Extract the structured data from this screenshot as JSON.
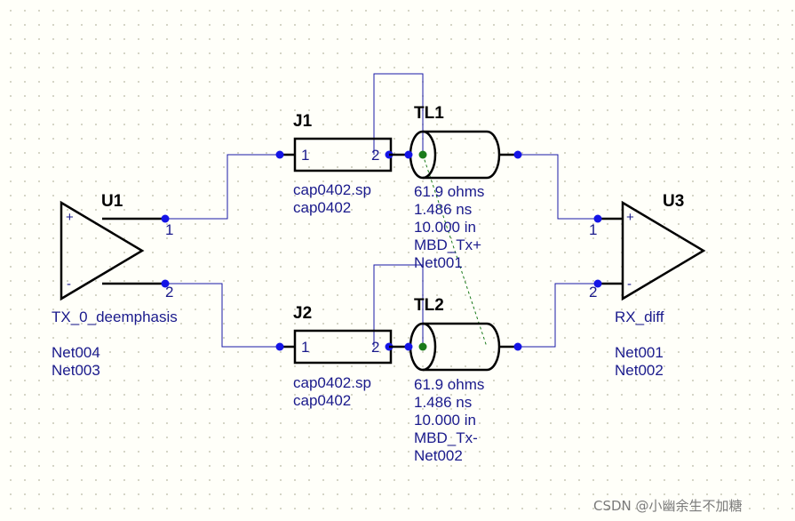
{
  "u1": {
    "ref": "U1",
    "pin_plus": "+",
    "pin_minus": "-",
    "pin1": "1",
    "pin2": "2",
    "model": "TX_0_deemphasis",
    "net_a": "Net004",
    "net_b": "Net003"
  },
  "u3": {
    "ref": "U3",
    "pin_plus": "+",
    "pin_minus": "-",
    "pin1": "1",
    "pin2": "2",
    "model": "RX_diff",
    "net_a": "Net001",
    "net_b": "Net002"
  },
  "j1": {
    "ref": "J1",
    "pin1": "1",
    "pin2": "2",
    "model": "cap0402.sp",
    "name": "cap0402"
  },
  "j2": {
    "ref": "J2",
    "pin1": "1",
    "pin2": "2",
    "model": "cap0402.sp",
    "name": "cap0402"
  },
  "tl1": {
    "ref": "TL1",
    "impedance": "61.9 ohms",
    "delay": "1.486 ns",
    "length": "10.000 in",
    "net": "MBD_Tx+",
    "net2": "Net001"
  },
  "tl2": {
    "ref": "TL2",
    "impedance": "61.9 ohms",
    "delay": "1.486 ns",
    "length": "10.000 in",
    "net": "MBD_Tx-",
    "net2": "Net002"
  },
  "watermark": "CSDN @小幽余生不加糖",
  "colors": {
    "wire": "#1a1aa8",
    "pin": "#1414e6",
    "label": "#1a1a8c",
    "ground_node": "#1a7a1a",
    "grid": "#c9c9b8"
  }
}
